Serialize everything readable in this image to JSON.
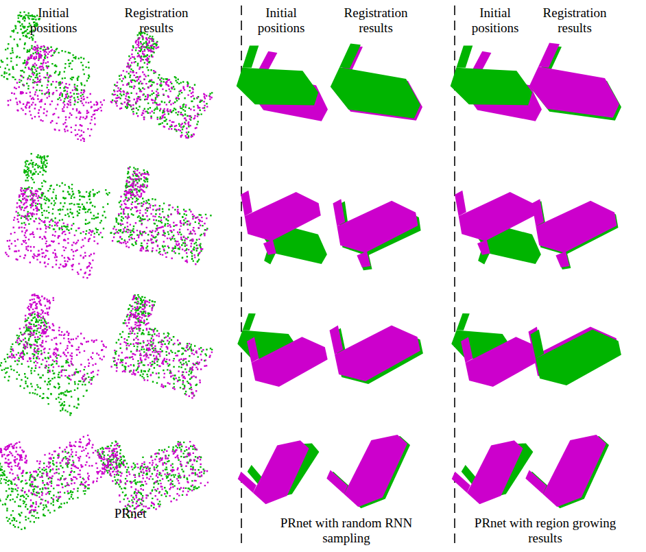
{
  "diagram": {
    "labels": [
      "Initial positions",
      "Registration results",
      "Initial positions",
      "Registration results",
      "Initial positions",
      "Registration results",
      "PRnet",
      "PRnet with random RNN sampling",
      "PRnet with region growing results"
    ]
  }
}
